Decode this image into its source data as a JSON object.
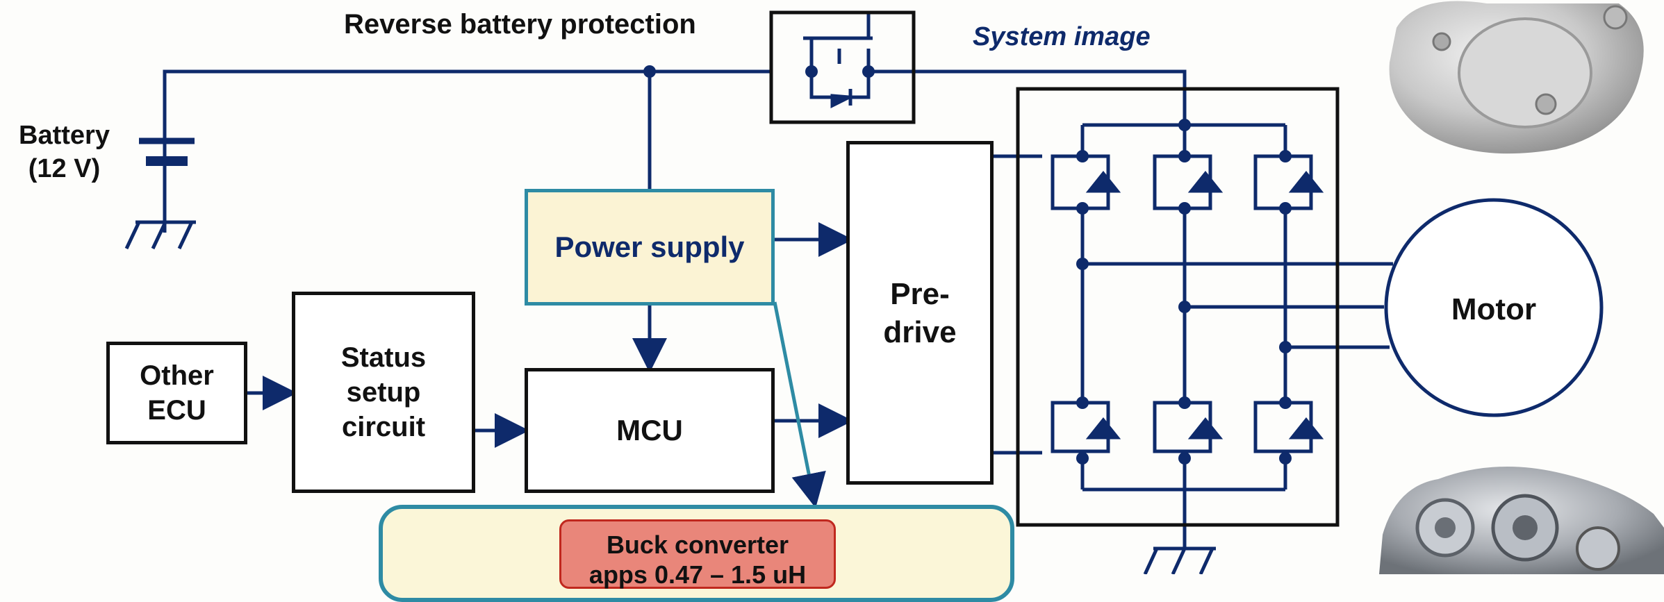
{
  "labels": {
    "reverse_protection": "Reverse battery protection",
    "system_image": "System image",
    "battery_line1": "Battery",
    "battery_line2": "(12 V)"
  },
  "blocks": {
    "power_supply": "Power supply",
    "other_ecu": "Other ECU",
    "status_setup": "Status setup circuit",
    "mcu": "MCU",
    "pre_drive": "Pre- drive",
    "motor": "Motor"
  },
  "callout": {
    "buck_line1": "Buck converter",
    "buck_line2": "apps 0.47 – 1.5 uH"
  },
  "colors": {
    "wire": "#0e2a6b",
    "power_supply_border": "#2e8ba4",
    "power_supply_fill": "#fbf3d4",
    "callout_fill": "#fbf6d8",
    "buck_fill": "#e9867a",
    "buck_border": "#c0281e"
  }
}
